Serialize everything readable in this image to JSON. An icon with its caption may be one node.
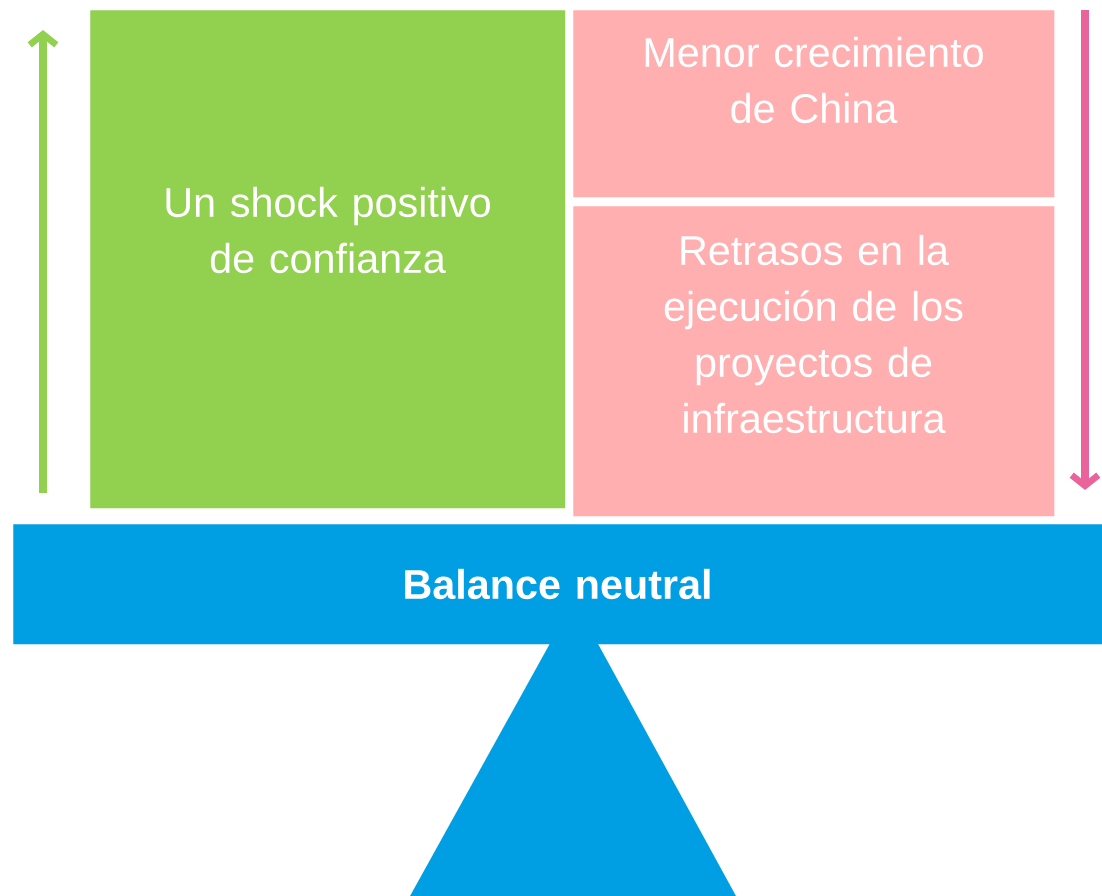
{
  "diagram": {
    "nodes": [
      {
        "text": [
          "Un shock positivo de confianza"
        ]
      },
      {
        "text": [
          "Menor crecimiento de China"
        ]
      },
      {
        "text": [
          "Retrasos en la ejecución de los proyectos de infraestructura"
        ]
      },
      {
        "text": [
          "Balance neutral"
        ]
      }
    ]
  }
}
